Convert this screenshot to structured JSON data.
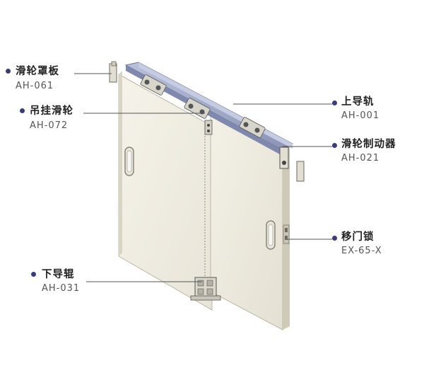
{
  "parts": [
    {
      "id": "pulley-cover",
      "name": "滑轮罩板",
      "code": "AH-061"
    },
    {
      "id": "hanging-pulley",
      "name": "吊挂滑轮",
      "code": "AH-072"
    },
    {
      "id": "top-track",
      "name": "上导轨",
      "code": "AH-001"
    },
    {
      "id": "pulley-brake",
      "name": "滑轮制动器",
      "code": "AH-021"
    },
    {
      "id": "door-lock",
      "name": "移门锁",
      "code": "EX-65-X"
    },
    {
      "id": "bottom-roller",
      "name": "下导辊",
      "code": "AH-031"
    }
  ],
  "colors": {
    "dot": "#3b3a80",
    "leader": "#555555",
    "door_face": "#f1eee4",
    "door_edge": "#cdc8b8",
    "track": "#9ea6c6"
  }
}
